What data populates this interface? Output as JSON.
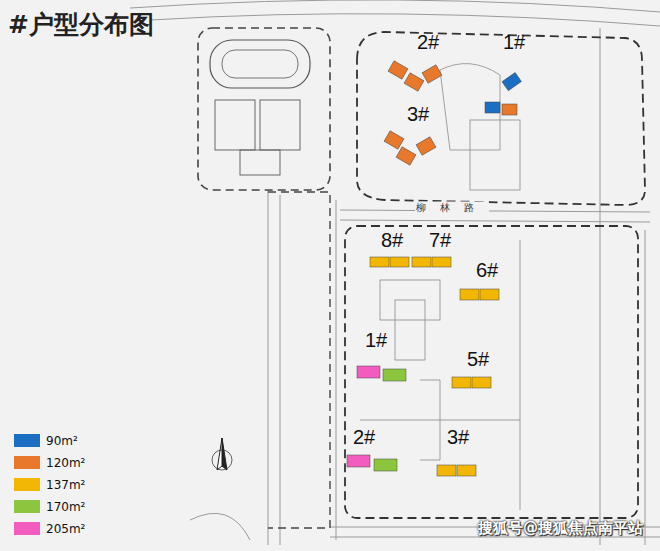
{
  "diagram": {
    "title": "#户型分布图",
    "labels": [
      "2#",
      "1#",
      "3#",
      "8#",
      "7#",
      "6#",
      "1#",
      "5#",
      "2#",
      "3#",
      "柳林路",
      "搜狐号@搜狐焦点南平站"
    ],
    "legend": [
      {
        "text": "90m²",
        "color": "#1b6ec2"
      },
      {
        "text": "120m²",
        "color": "#e8792c"
      },
      {
        "text": "137m²",
        "color": "#f2b705"
      },
      {
        "text": "170m²",
        "color": "#8cc63e"
      },
      {
        "text": "205m²",
        "color": "#f25cbf"
      }
    ]
  }
}
